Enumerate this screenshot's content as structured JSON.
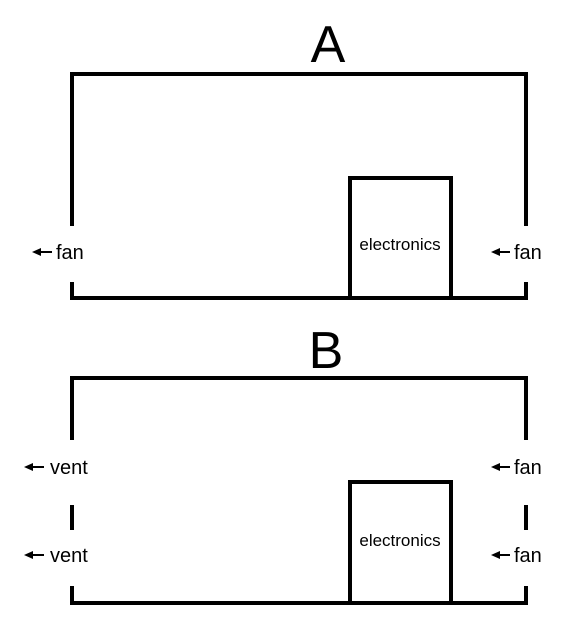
{
  "diagrams": [
    {
      "title": "A",
      "box_label": "electronics",
      "left_labels": [
        "fan"
      ],
      "right_labels": [
        "fan"
      ]
    },
    {
      "title": "B",
      "box_label": "electronics",
      "left_labels": [
        "vent",
        "vent"
      ],
      "right_labels": [
        "fan",
        "fan"
      ]
    }
  ],
  "colors": {
    "stroke": "#000000",
    "background": "#ffffff"
  },
  "icons": {
    "airflow": "left-arrow-icon"
  }
}
